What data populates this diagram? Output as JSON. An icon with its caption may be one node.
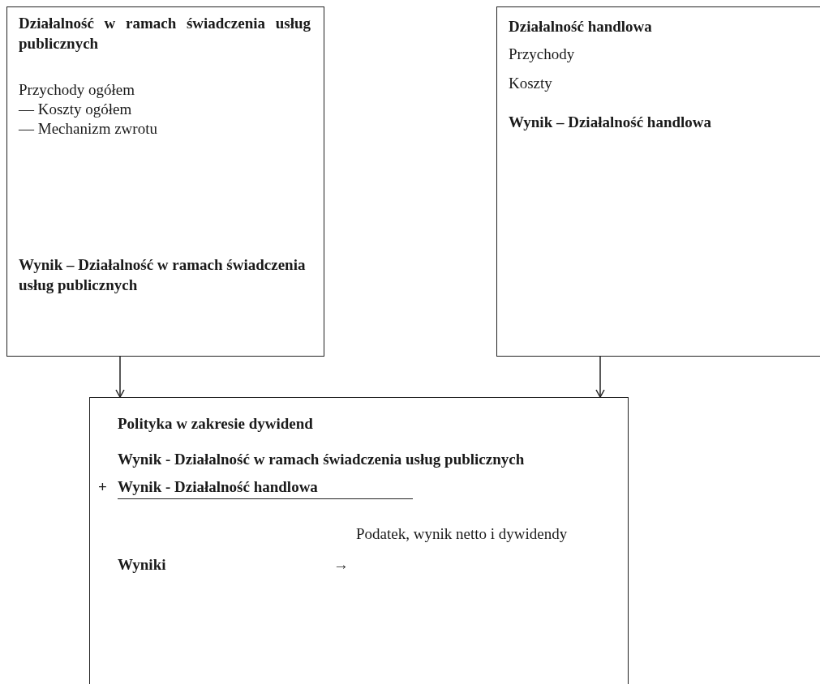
{
  "diagram": {
    "nodes": [
      {
        "text": [
          "Działalność w ramach świadczenia usług publicznych",
          "Przychody ogółem",
          "— Koszty ogółem",
          "— Mechanizm zwrotu",
          "Wynik – Działalność w ramach świadczenia usług publicznych"
        ]
      },
      {
        "text": [
          "Działalność handlowa",
          "Przychody",
          "Koszty",
          "Wynik – Działalność handlowa"
        ]
      },
      {
        "text": [
          "Polityka w zakresie dywidend",
          "Wynik - Działalność w ramach świadczenia usług publicznych",
          "+",
          "Wynik - Działalność handlowa",
          "Podatek, wynik netto i dywidendy",
          "Wyniki",
          "→"
        ]
      }
    ],
    "edges": [
      {
        "from": 0,
        "to": 2,
        "arrow": "to"
      },
      {
        "from": 1,
        "to": 2,
        "arrow": "to"
      }
    ]
  }
}
